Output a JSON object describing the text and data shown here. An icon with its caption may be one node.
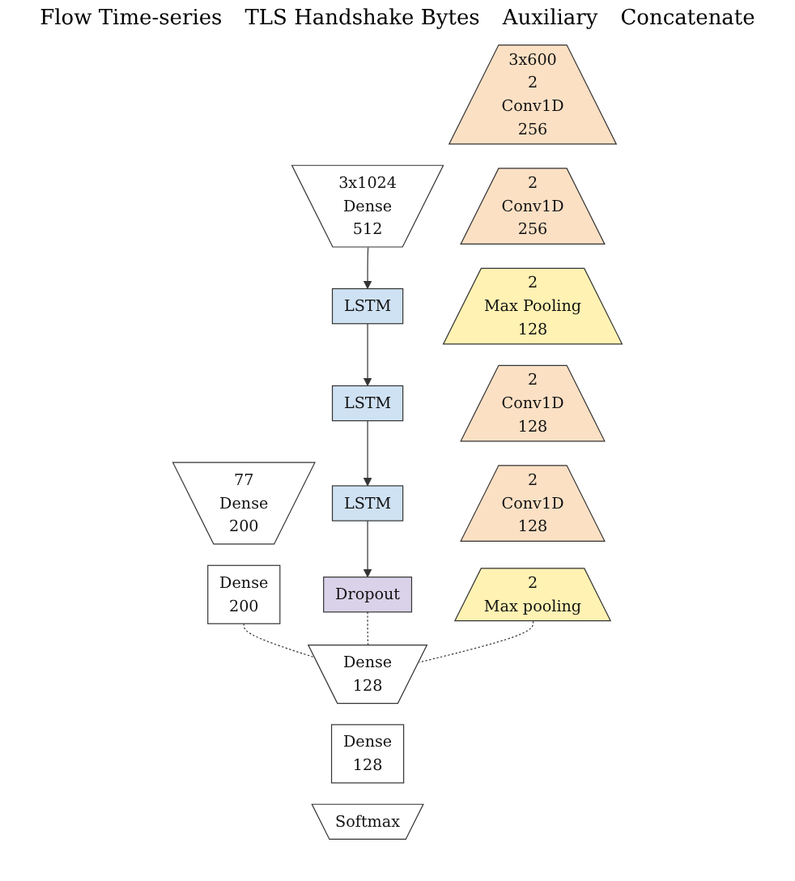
{
  "diagram": {
    "nodes": [
      {
        "text": [
          "3x1024",
          "Dense",
          "512"
        ]
      },
      {
        "text": [
          "LSTM"
        ]
      },
      {
        "text": [
          "LSTM"
        ]
      },
      {
        "text": [
          "LSTM"
        ]
      },
      {
        "text": [
          "Dropout"
        ]
      },
      {
        "text": [
          "77",
          "Dense",
          "200"
        ]
      },
      {
        "text": [
          "Dense",
          "200"
        ]
      },
      {
        "text": [
          "3x600",
          "2",
          "Conv1D",
          "256"
        ]
      },
      {
        "text": [
          "2",
          "Conv1D",
          "256"
        ]
      },
      {
        "text": [
          "2",
          "Max Pooling",
          "128"
        ]
      },
      {
        "text": [
          "2",
          "Conv1D",
          "128"
        ]
      },
      {
        "text": [
          "2",
          "Conv1D",
          "128"
        ]
      },
      {
        "text": [
          "2",
          "Max pooling"
        ]
      },
      {
        "text": [
          "Dense",
          "128"
        ]
      },
      {
        "text": [
          "Dense",
          "128"
        ]
      },
      {
        "text": [
          "Softmax"
        ]
      }
    ],
    "edges": [
      {
        "from": 0,
        "to": 1,
        "arrow": "to"
      },
      {
        "from": 1,
        "to": 2,
        "arrow": "to"
      },
      {
        "from": 2,
        "to": 3,
        "arrow": "to"
      },
      {
        "from": 3,
        "to": 4,
        "arrow": "to"
      },
      {
        "from": 6,
        "to": 13,
        "arrow": "none",
        "style": "dashed"
      },
      {
        "from": 4,
        "to": 13,
        "arrow": "none",
        "style": "dashed"
      },
      {
        "from": 12,
        "to": 13,
        "arrow": "none",
        "style": "dashed"
      }
    ],
    "labels": [
      "Flow Time-series",
      "TLS Handshake Bytes",
      "Auxiliary",
      "Concatenate"
    ]
  }
}
